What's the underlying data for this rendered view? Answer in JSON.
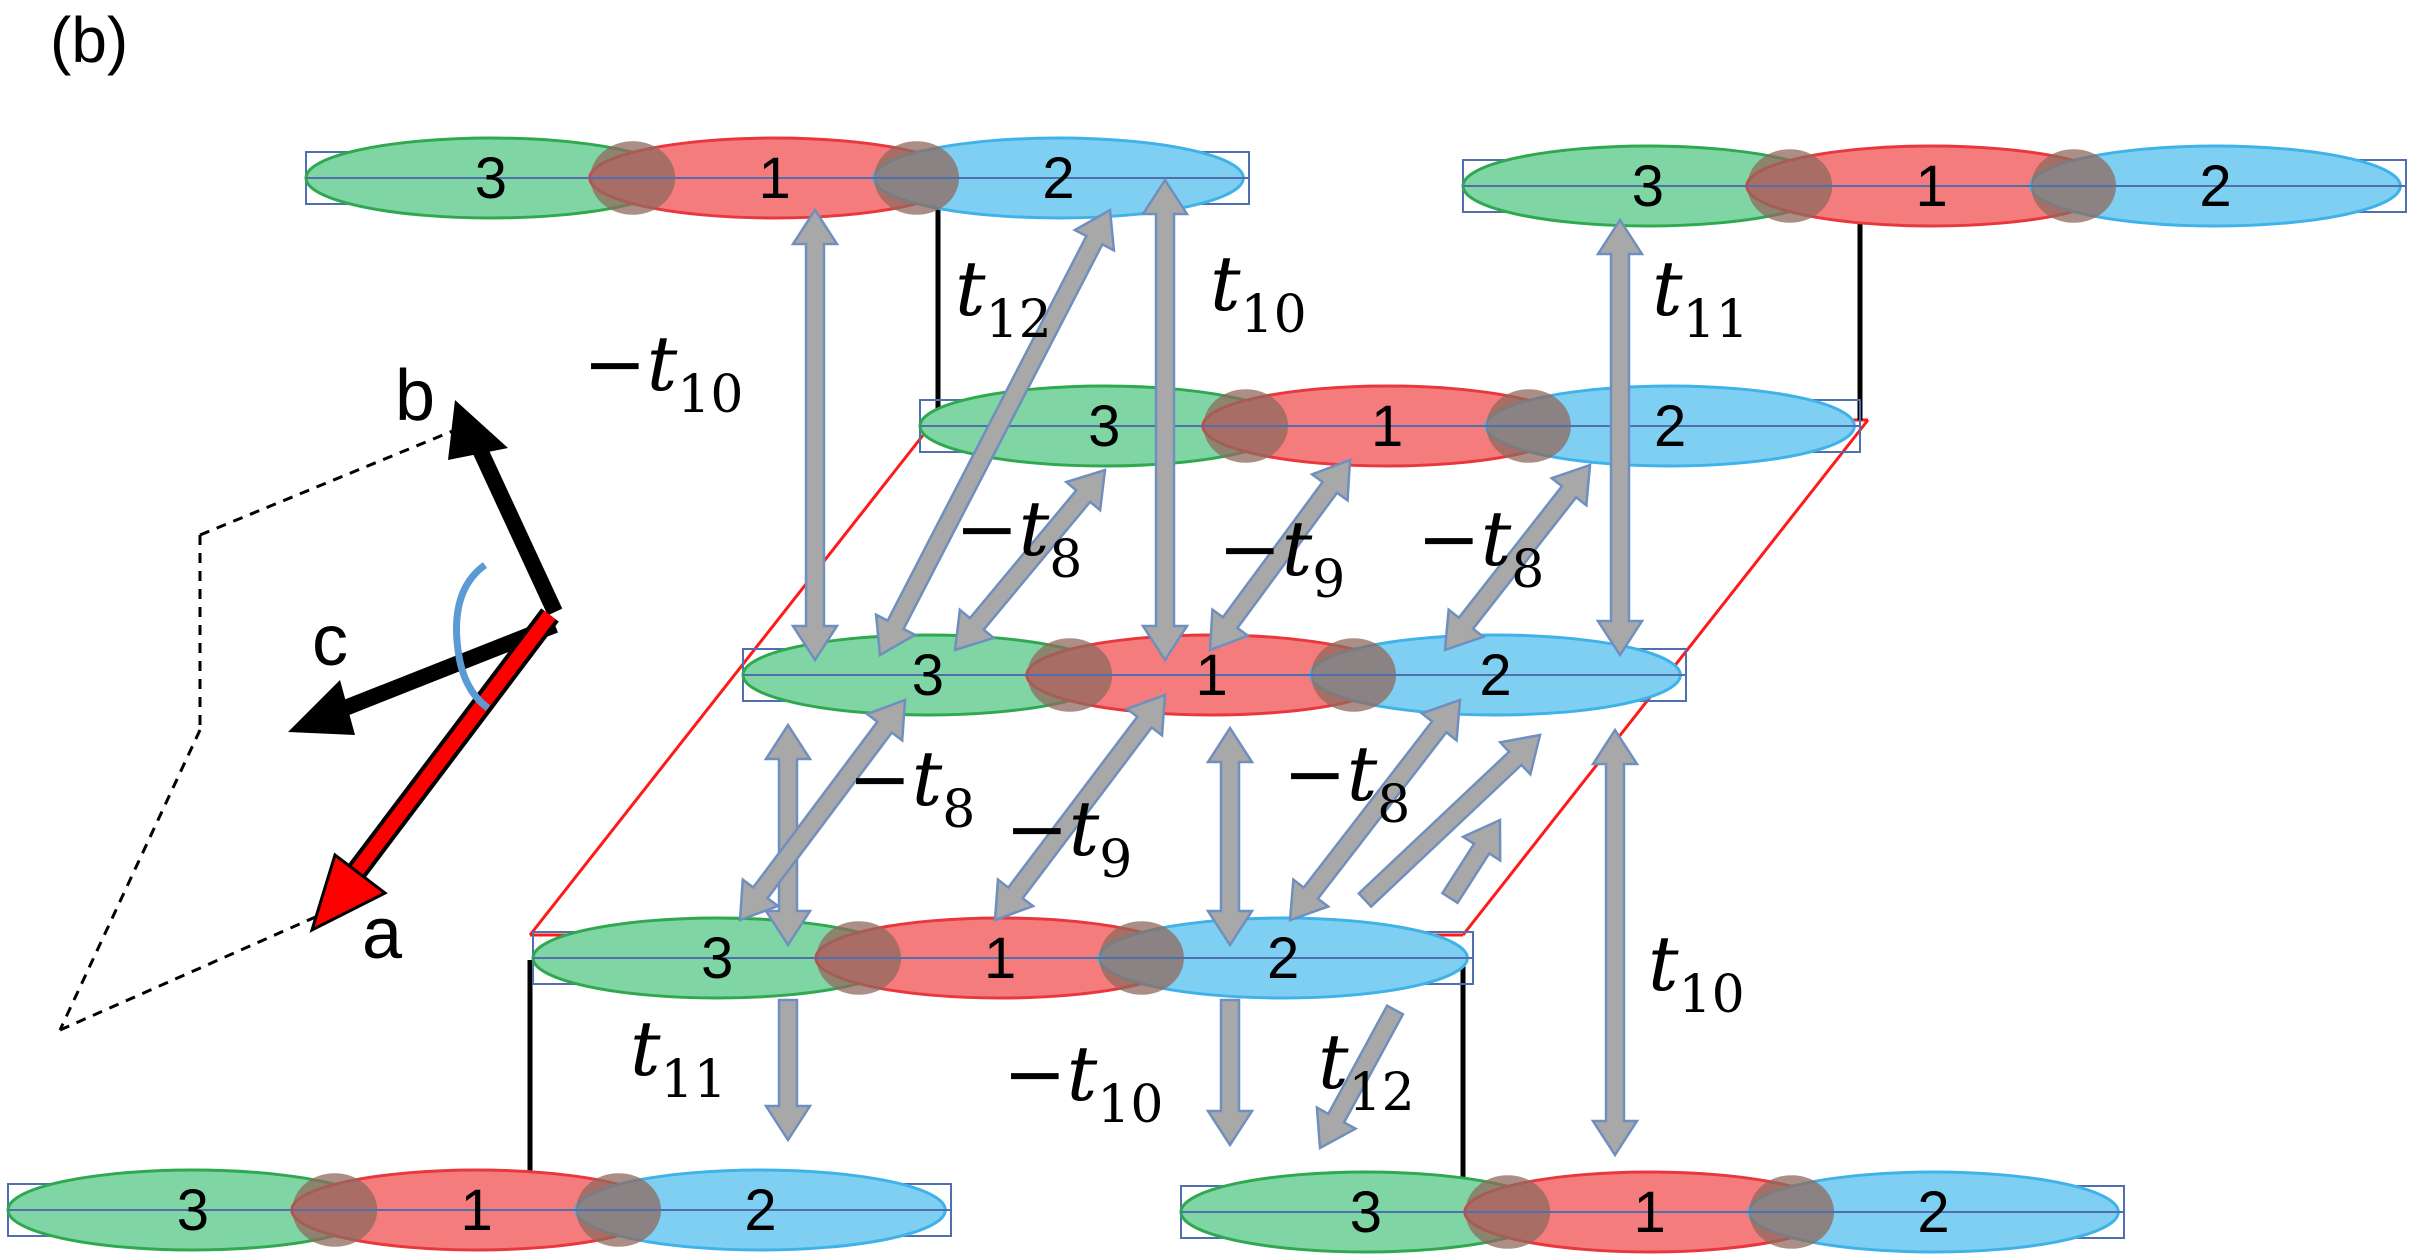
{
  "panel_label": "(b)",
  "colors": {
    "green_fill": "#7fd6a4",
    "green_stroke": "#2fa84f",
    "red_fill": "#f47c7c",
    "red_stroke": "#e8383d",
    "blue_fill": "#7fcff3",
    "blue_stroke": "#3fb2e8",
    "overlap_fill": "#8f6a5e",
    "box_stroke": "#4f6fae",
    "arrow_fill": "#a8a8a8",
    "arrow_stroke": "#6f8fbf",
    "cell_line": "#ff1a1a",
    "axis_a": "#ff0000",
    "axis_bc": "#000000",
    "angle_arc": "#5b9bd5"
  },
  "molecule_labels": [
    "3",
    "1",
    "2"
  ],
  "axes": {
    "a": "a",
    "b": "b",
    "c": "c"
  },
  "hoppings": [
    {
      "id": "neg-t10-top",
      "sign": "−",
      "sym": "t",
      "sub": "10"
    },
    {
      "id": "t12-top",
      "sign": "",
      "sym": "t",
      "sub": "12"
    },
    {
      "id": "t10-top",
      "sign": "",
      "sym": "t",
      "sub": "10"
    },
    {
      "id": "t11-top",
      "sign": "",
      "sym": "t",
      "sub": "11"
    },
    {
      "id": "neg-t8-a",
      "sign": "−",
      "sym": "t",
      "sub": "8"
    },
    {
      "id": "neg-t9-a",
      "sign": "−",
      "sym": "t",
      "sub": "9"
    },
    {
      "id": "neg-t8-b",
      "sign": "−",
      "sym": "t",
      "sub": "8"
    },
    {
      "id": "neg-t8-c",
      "sign": "−",
      "sym": "t",
      "sub": "8"
    },
    {
      "id": "neg-t9-b",
      "sign": "−",
      "sym": "t",
      "sub": "9"
    },
    {
      "id": "neg-t8-d",
      "sign": "−",
      "sym": "t",
      "sub": "8"
    },
    {
      "id": "t10-right",
      "sign": "",
      "sym": "t",
      "sub": "10"
    },
    {
      "id": "t11-bottom",
      "sign": "",
      "sym": "t",
      "sub": "11"
    },
    {
      "id": "neg-t10-bottom",
      "sign": "−",
      "sym": "t",
      "sub": "10"
    },
    {
      "id": "t12-bottom",
      "sign": "",
      "sym": "t",
      "sub": "12"
    }
  ]
}
